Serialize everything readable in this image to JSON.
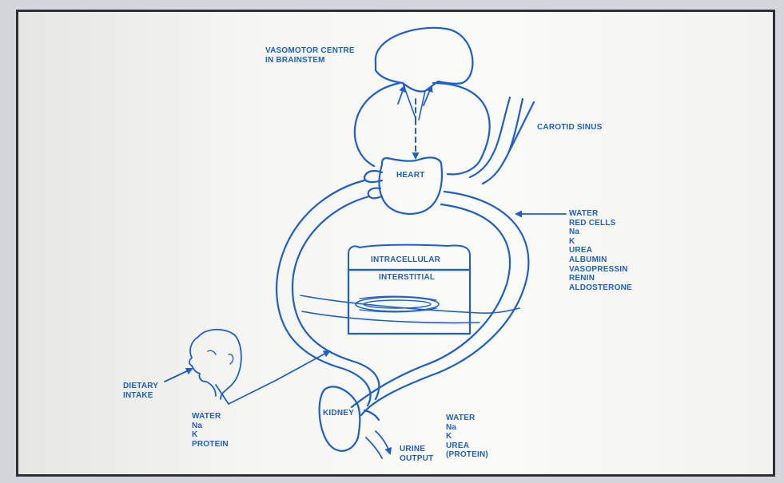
{
  "labels": {
    "vasomotor": [
      "VASOMOTOR CENTRE",
      "IN BRAINSTEM"
    ],
    "carotid_sinus": "CAROTID SINUS",
    "heart": "HEART",
    "intracellular": "INTRACELLULAR",
    "interstitial": "INTERSTITIAL",
    "kidney": "KIDNEY",
    "dietary_intake": [
      "DIETARY",
      "INTAKE"
    ],
    "blood_components": [
      "WATER",
      "RED CELLS",
      "Na",
      "K",
      "UREA",
      "ALBUMIN",
      "VASOPRESSIN",
      "RENIN",
      "ALDOSTERONE"
    ],
    "intake_components": [
      "WATER",
      "Na",
      "K",
      "PROTEIN"
    ],
    "urine_output": [
      "URINE",
      "OUTPUT"
    ],
    "urine_components": [
      "WATER",
      "Na",
      "K",
      "UREA",
      "(PROTEIN)"
    ]
  },
  "colors": {
    "line": "#1d5fd0",
    "frame": "#2f2f36",
    "background": "#f7f7f4"
  }
}
